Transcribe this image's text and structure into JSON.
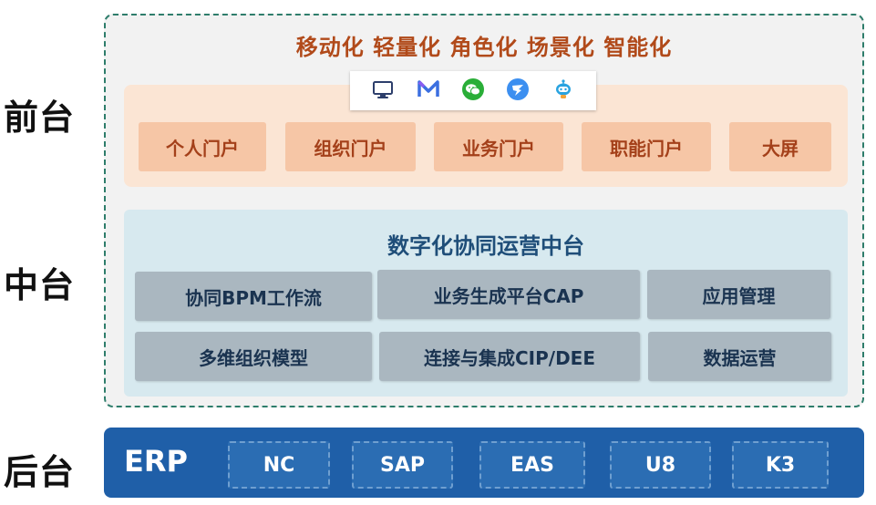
{
  "layers": {
    "front": "前台",
    "middle": "中台",
    "back": "后台"
  },
  "front": {
    "banner": "移动化 轻量化  角色化  场景化  智能化",
    "icons": [
      "monitor-icon",
      "m-logo-icon",
      "wechat-icon",
      "dingtalk-icon",
      "robot-icon"
    ],
    "portals": [
      "个人门户",
      "组织门户",
      "业务门户",
      "职能门户",
      "大屏"
    ]
  },
  "middle": {
    "title": "数字化协同运营中台",
    "capabilities": [
      "协同BPM工作流",
      "业务生成平台CAP",
      "应用管理",
      "多维组织模型",
      "连接与集成CIP/DEE",
      "数据运营"
    ]
  },
  "back": {
    "erp_label": "ERP",
    "systems": [
      "NC",
      "SAP",
      "EAS",
      "U8",
      "K3"
    ]
  },
  "colors": {
    "banner_text": "#b14a1a",
    "front_panel": "#fbe5d4",
    "portal_box": "#f6c6a6",
    "mid_panel": "#d7e9ef",
    "cap_box": "#aab7c0",
    "back_bar": "#1f5fa8",
    "outer_border": "#2e7d6b"
  }
}
